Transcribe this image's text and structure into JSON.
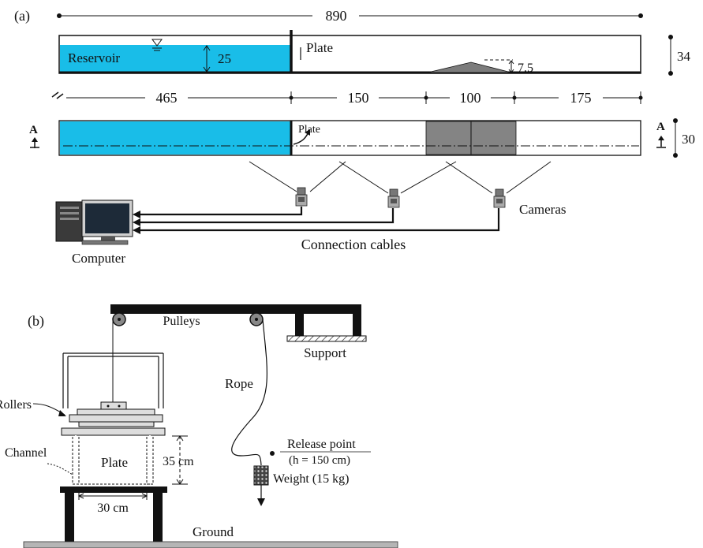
{
  "colors": {
    "water": "#19bde8",
    "hump": "#7c7c7c",
    "camera_zone": "#848484",
    "line": "#111111",
    "ground": "#b5b5b5",
    "screen": "#1d2a38"
  },
  "panel_a": {
    "label": "(a)",
    "total_length": "890",
    "reservoir_label": "Reservoir",
    "water_depth": "25",
    "plate_label": "Plate",
    "hump_height": "7.5",
    "channel_height": "34",
    "segments": [
      "465",
      "150",
      "100",
      "175"
    ],
    "section_marker": "A",
    "channel_width": "30",
    "plan_plate_label": "Plate",
    "cameras_label": "Cameras",
    "computer_label": "Computer",
    "cables_label": "Connection cables"
  },
  "panel_b": {
    "label": "(b)",
    "pulleys_label": "Pulleys",
    "support_label": "Support",
    "rope_label": "Rope",
    "rollers_label": "Rollers",
    "channel_label": "Channel",
    "plate_label": "Plate",
    "plate_height": "35 cm",
    "channel_width": "30 cm",
    "release_point_label": "Release point",
    "release_height": "(h = 150 cm)",
    "weight_label": "Weight (15 kg)",
    "ground_label": "Ground"
  }
}
